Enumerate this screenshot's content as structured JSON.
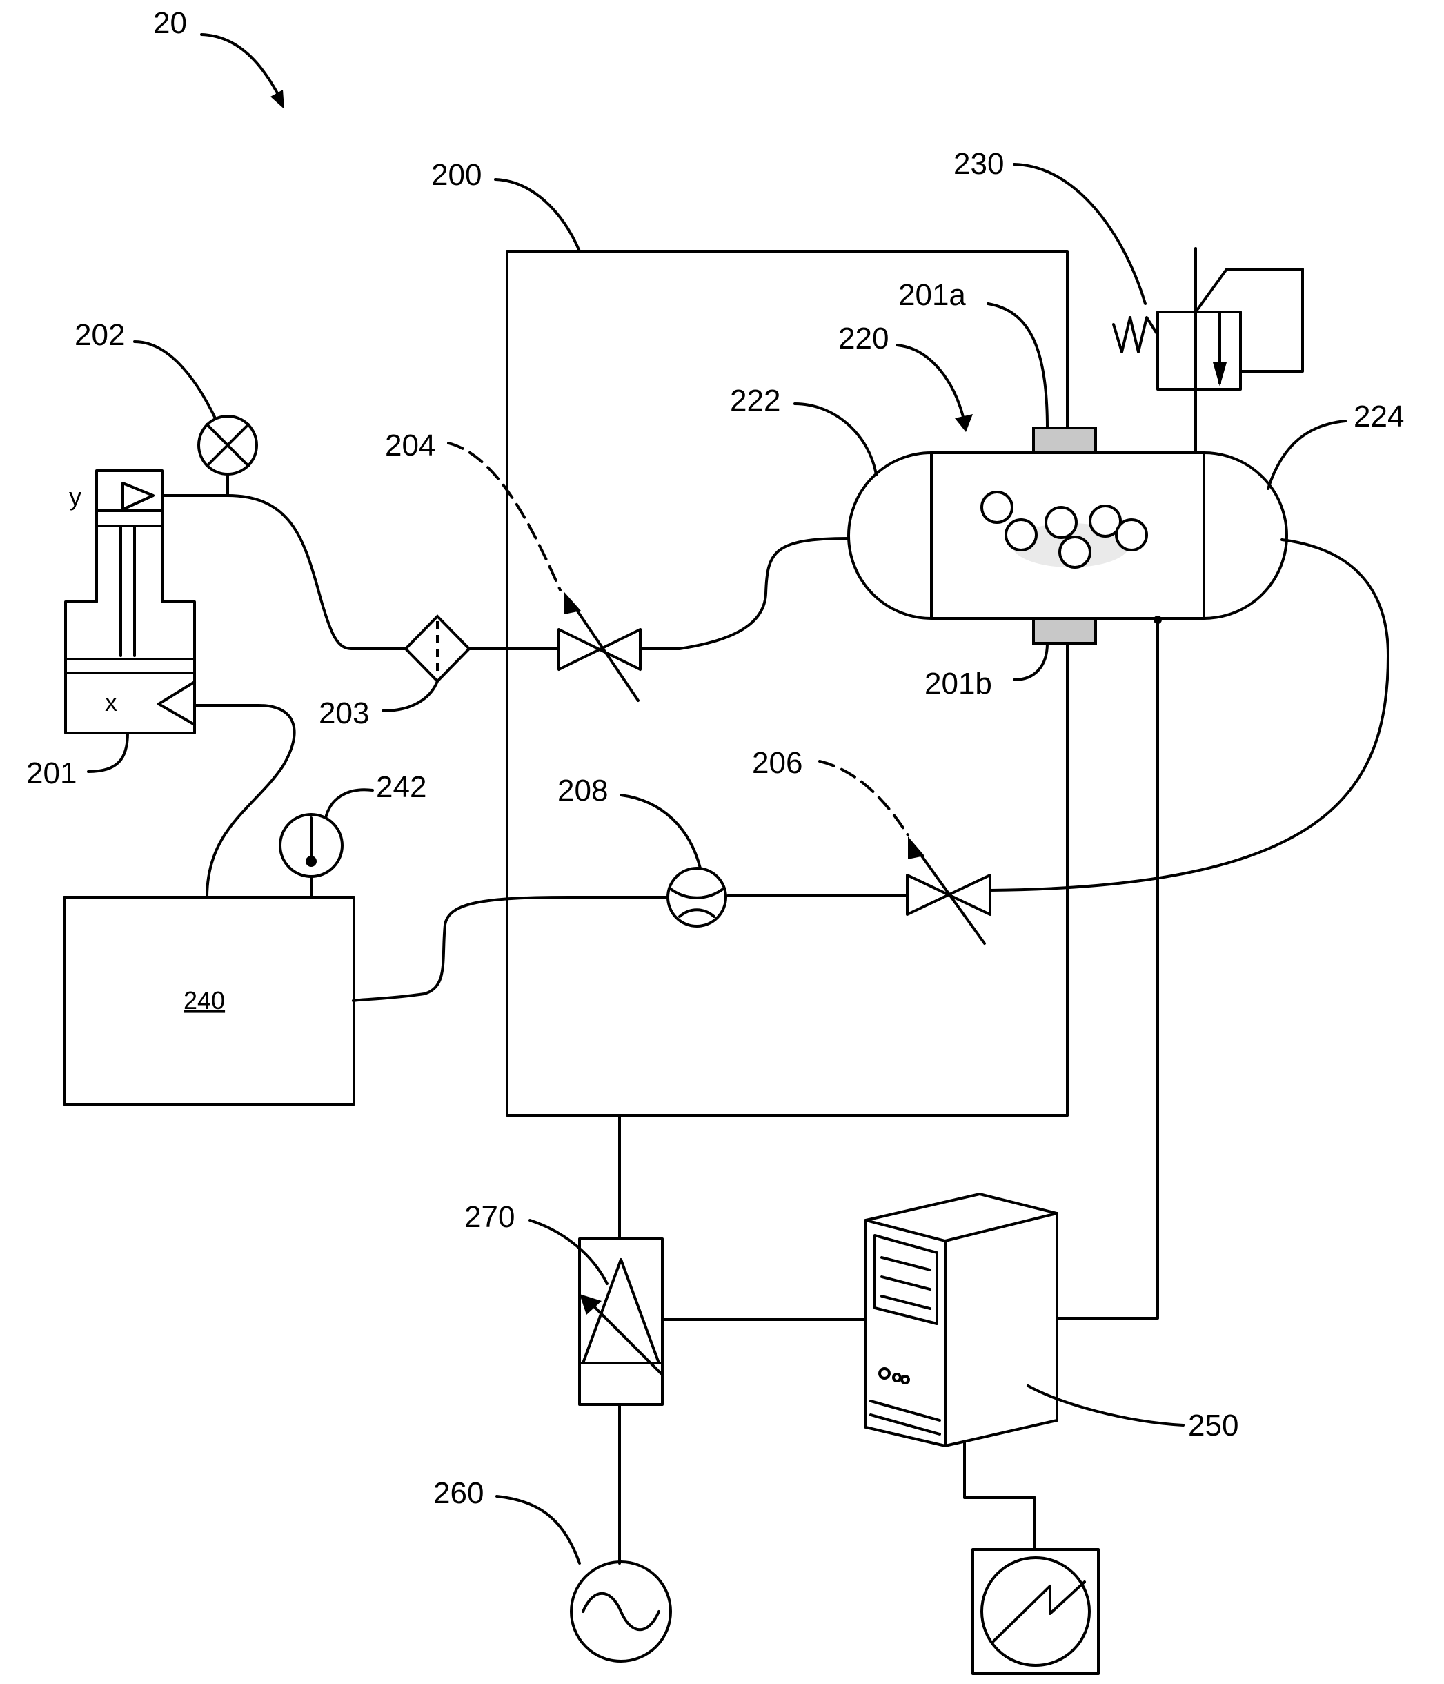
{
  "figure": {
    "ref": "20",
    "labels": {
      "chamber": "200",
      "actuator": "201",
      "port_a": "201a",
      "port_b": "201b",
      "indicator": "202",
      "filter": "203",
      "inlet_valve": "204",
      "outlet_valve": "206",
      "flow_meter": "208",
      "vessel": "220",
      "vessel_left_cap": "222",
      "vessel_right_cap": "224",
      "relief_valve": "230",
      "supply_unit": "240",
      "gauge": "242",
      "computer": "250",
      "ac_source": "260",
      "amplifier": "270"
    },
    "supply_unit_text": "240",
    "actuator_marks": {
      "y": "y",
      "x": "x"
    }
  },
  "icons": [
    "indicator-lamp-icon",
    "filter-icon",
    "adjustable-valve-icon",
    "flow-meter-icon",
    "pressure-gauge-icon",
    "relief-valve-icon",
    "pressure-vessel-icon",
    "computer-tower-icon",
    "ac-source-icon",
    "signal-generator-icon",
    "amplifier-icon"
  ]
}
